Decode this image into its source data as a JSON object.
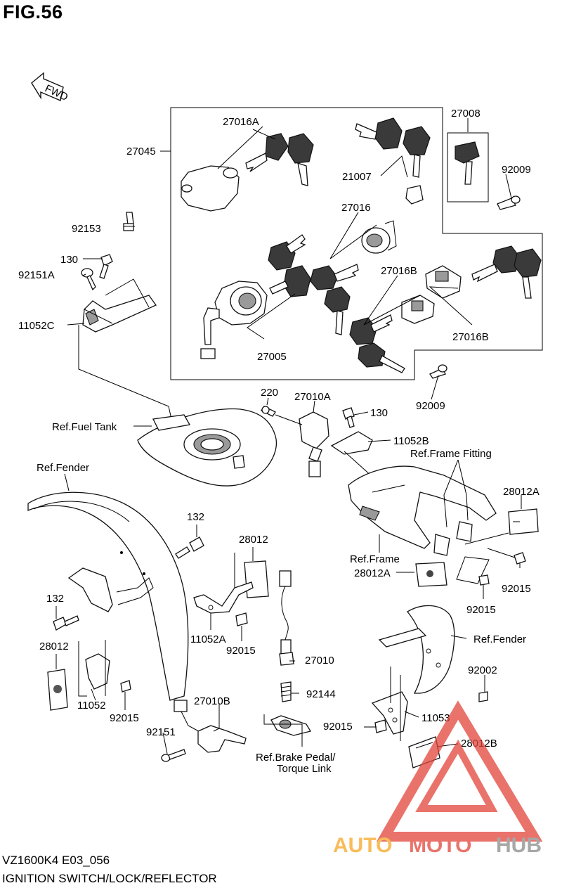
{
  "figure": {
    "title": "FIG.56",
    "model_code": "VZ1600K4 E03_056",
    "caption": "IGNITION SWITCH/LOCK/REFLECTOR",
    "fwd_label": "FWD"
  },
  "watermark": {
    "parts": [
      "AUTO",
      "MOTO",
      "HUB"
    ],
    "colors": {
      "auto": "#f6a623",
      "moto": "#e2453a",
      "hub": "#8a8a8a",
      "triangle": "#e2453a"
    }
  },
  "labels": {
    "p27045": "27045",
    "p27016A": "27016A",
    "p92153": "92153",
    "p130a": "130",
    "p92151A": "92151A",
    "p11052C": "11052C",
    "p21007": "21007",
    "p27016": "27016",
    "p27016B_top": "27016B",
    "p27008": "27008",
    "p92009_top": "92009",
    "p27016B_right": "27016B",
    "p27005": "27005",
    "p92009_bottom": "92009",
    "p220": "220",
    "p27010A": "27010A",
    "p130b": "130",
    "p11052B": "11052B",
    "ref_fuel_tank": "Ref.Fuel Tank",
    "ref_frame_fitting": "Ref.Frame Fitting",
    "ref_fender_front": "Ref.Fender",
    "p28012A_top": "28012A",
    "p132_top": "132",
    "p28012_mid": "28012",
    "ref_frame": "Ref.Frame",
    "p28012A_bottom": "28012A",
    "p92015_right": "92015",
    "p132_left": "132",
    "p11052A": "11052A",
    "p92015_mid": "92015",
    "p92015_rear": "92015",
    "ref_fender_rear": "Ref.Fender",
    "p27010": "27010",
    "p28012_left": "28012",
    "p92002": "92002",
    "p11052": "11052",
    "p92015_left": "92015",
    "p92144": "92144",
    "p11053": "11053",
    "p27010B": "27010B",
    "p92015_lower": "92015",
    "p28012B": "28012B",
    "p92151": "92151",
    "ref_brake_1": "Ref.Brake Pedal/",
    "ref_brake_2": "Torque Link"
  }
}
